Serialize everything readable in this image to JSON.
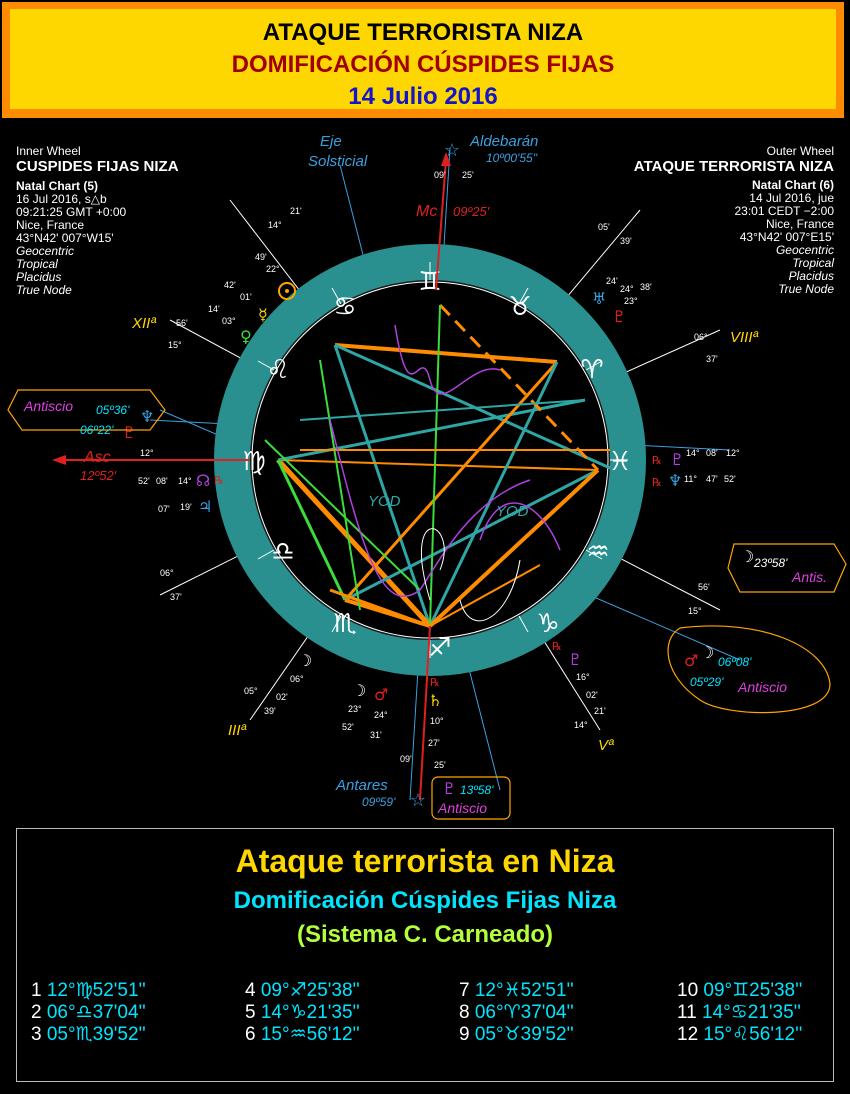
{
  "header": {
    "line1": "ATAQUE TERRORISTA NIZA",
    "line2": "DOMIFICACIÓN CÚSPIDES FIJAS",
    "line3": "14 Julio 2016"
  },
  "inner_wheel": {
    "caption": "Inner Wheel",
    "title": "CUSPIDES FIJAS NIZA",
    "details": [
      "Natal Chart (5)",
      "16 Jul 2016, s△b",
      "09:21:25  GMT +0:00",
      "Nice, France",
      "43°N42' 007°W15'"
    ],
    "system": [
      "Geocentric",
      "Tropical",
      "Placidus",
      "True Node"
    ]
  },
  "outer_wheel": {
    "caption": "Outer Wheel",
    "title": "ATAQUE TERRORISTA NIZA",
    "details": [
      "Natal Chart (6)",
      "14 Jul 2016, jue",
      "23:01  CEDT −2:00",
      "Nice, France",
      "43°N42' 007°E15'"
    ],
    "system": [
      "Geocentric",
      "Tropical",
      "Placidus",
      "True Node"
    ]
  },
  "wheel_labels": {
    "eje": "Eje",
    "solsticial": "Solsticial",
    "aldebaran": "Aldebarán",
    "aldebaran_pos": "10º00'55''",
    "mc": "Mc",
    "mc_deg": "09º25'",
    "asc": "Asc",
    "asc_deg": "12º52'",
    "antares": "Antares",
    "antares_pos": "09º59'",
    "house_xii": "XIIª",
    "house_viii": "VIIIª",
    "house_iii": "IIIª",
    "house_v": "Vª",
    "yod1": "YOD",
    "yod2": "YOD",
    "antiscio_left": "Antiscio",
    "antiscio_left_1": "05º36'",
    "antiscio_left_2": "06º22'",
    "antiscio_right": "Antis.",
    "antiscio_right_deg": "23º58'",
    "antiscio_lower": "Antiscio",
    "antiscio_lower_1": "06º08'",
    "antiscio_lower_2": "05º29'",
    "antiscio_bottom": "Antiscio",
    "antiscio_bottom_deg": "13º58'"
  },
  "degree_marks": [
    {
      "t": "09'"
    },
    {
      "t": "25'"
    },
    {
      "t": "21'"
    },
    {
      "t": "14°"
    },
    {
      "t": "49'"
    },
    {
      "t": "22°"
    },
    {
      "t": "42'"
    },
    {
      "t": "01'"
    },
    {
      "t": "14'"
    },
    {
      "t": "03°"
    },
    {
      "t": "56'"
    },
    {
      "t": "15°"
    },
    {
      "t": "05'"
    },
    {
      "t": "39'"
    },
    {
      "t": "24'"
    },
    {
      "t": "24°"
    },
    {
      "t": "38'"
    },
    {
      "t": "23°"
    },
    {
      "t": "06°"
    },
    {
      "t": "37'"
    },
    {
      "t": "14°"
    },
    {
      "t": "08'"
    },
    {
      "t": "12°"
    },
    {
      "t": "11°"
    },
    {
      "t": "47'"
    },
    {
      "t": "52'"
    },
    {
      "t": "12°"
    },
    {
      "t": "52'"
    },
    {
      "t": "08'"
    },
    {
      "t": "14°"
    },
    {
      "t": "07'"
    },
    {
      "t": "19'"
    },
    {
      "t": "06°"
    },
    {
      "t": "37'"
    },
    {
      "t": "56'"
    },
    {
      "t": "15°"
    },
    {
      "t": "06°"
    },
    {
      "t": "02'"
    },
    {
      "t": "05°"
    },
    {
      "t": "39'"
    },
    {
      "t": "23°"
    },
    {
      "t": "24°"
    },
    {
      "t": "52'"
    },
    {
      "t": "31'"
    },
    {
      "t": "10°"
    },
    {
      "t": "27'"
    },
    {
      "t": "09'"
    },
    {
      "t": "25'"
    },
    {
      "t": "16°"
    },
    {
      "t": "02'"
    },
    {
      "t": "21'"
    },
    {
      "t": "14°"
    }
  ],
  "panel": {
    "title": "Ataque terrorista en Niza",
    "subtitle": "Domificación Cúspides Fijas Niza",
    "system": "(Sistema C. Carneado)",
    "cusps": [
      {
        "n": "1",
        "v": "12°♍52'51''"
      },
      {
        "n": "2",
        "v": "06°♎37'04''"
      },
      {
        "n": "3",
        "v": "05°♏39'52''"
      },
      {
        "n": "4",
        "v": "09°♐25'38''"
      },
      {
        "n": "5",
        "v": "14°♑21'35''"
      },
      {
        "n": "6",
        "v": "15°♒56'12''"
      },
      {
        "n": "7",
        "v": "12°♓52'51''"
      },
      {
        "n": "8",
        "v": "06°♈37'04''"
      },
      {
        "n": "9",
        "v": "05°♉39'52''"
      },
      {
        "n": "10",
        "v": "09°♊25'38''"
      },
      {
        "n": "11",
        "v": "14°♋21'35''"
      },
      {
        "n": "12",
        "v": "15°♌56'12''"
      }
    ]
  },
  "colors": {
    "ring": "#2a8f8f",
    "orange": "#ff8c00",
    "teal": "#2ea6a6",
    "green": "#3cdc3c",
    "violet": "#b040e0",
    "red": "#e02020"
  },
  "glyphs": {
    "zodiac": [
      "♊",
      "♉",
      "♈",
      "♓",
      "♒",
      "♑",
      "♐",
      "♏",
      "♎",
      "♍",
      "♌",
      "♋"
    ],
    "sun": "☉",
    "mercury": "☿",
    "venus": "♀",
    "uranus": "♅",
    "pluto": "♇",
    "neptune": "♆",
    "saturn": "♄",
    "moon": "☽",
    "mars": "♂",
    "jupiter": "♃",
    "node": "☊",
    "retro": "℞",
    "star": "☆"
  }
}
